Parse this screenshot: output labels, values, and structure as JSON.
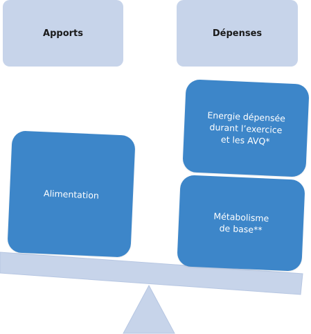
{
  "headers": {
    "apports": "Apports",
    "depenses": "Dépenses"
  },
  "boxes": {
    "alimentation": "Alimentation",
    "energie": "Energie dépensée\ndurant l’exercice\net les AVQ*",
    "metabolisme": "Métabolisme\nde base**"
  },
  "colors": {
    "header_fill": "#c7d4ea",
    "box_fill": "#3d86c9",
    "scale_fill": "#c7d4ea"
  }
}
